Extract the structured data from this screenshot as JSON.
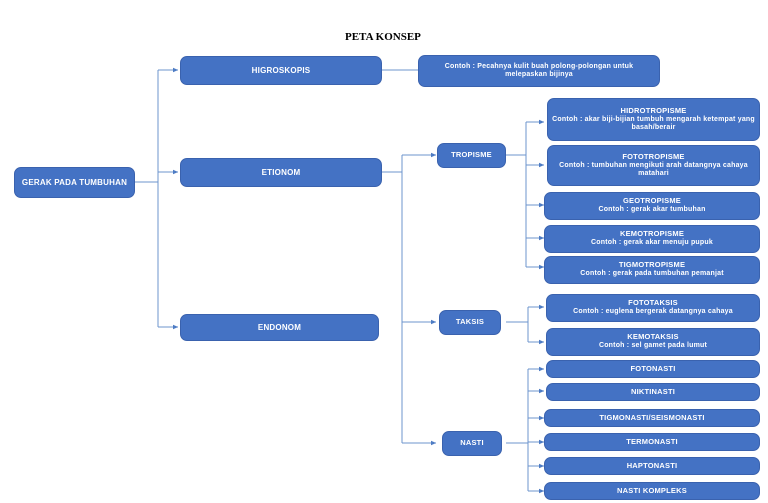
{
  "title": "PETA KONSEP",
  "theme": {
    "node_fill": "#4472C4",
    "node_border": "#3A62AE",
    "node_text": "#FFFFFF",
    "connector": "#5B86C8",
    "background": "#FFFFFF",
    "title_color": "#000000"
  },
  "nodes": {
    "root": {
      "label": "GERAK PADA TUMBUHAN"
    },
    "level2": [
      {
        "label": "HIGROSKOPIS"
      },
      {
        "label": "ETIONOM"
      },
      {
        "label": "ENDONOM"
      }
    ],
    "higroskopis_example": {
      "label": "Contoh : Pecahnya kulit buah polong-polongan untuk melepaskan bijinya"
    },
    "level3": [
      {
        "label": "TROPISME"
      },
      {
        "label": "TAKSIS"
      },
      {
        "label": "NASTI"
      }
    ],
    "tropisme_children": [
      {
        "title": "HIDROTROPISME",
        "sub": "Contoh : akar biji-bijian tumbuh mengarah ketempat yang basah/berair"
      },
      {
        "title": "FOTOTROPISME",
        "sub": "Contoh : tumbuhan mengikuti arah datangnya cahaya matahari"
      },
      {
        "title": "GEOTROPISME",
        "sub": "Contoh : gerak akar tumbuhan"
      },
      {
        "title": "KEMOTROPISME",
        "sub": "Contoh : gerak akar menuju pupuk"
      },
      {
        "title": "TIGMOTROPISME",
        "sub": "Contoh : gerak pada tumbuhan pemanjat"
      }
    ],
    "taksis_children": [
      {
        "title": "FOTOTAKSIS",
        "sub": "Contoh : euglena bergerak datangnya cahaya"
      },
      {
        "title": "KEMOTAKSIS",
        "sub": "Contoh : sel gamet pada lumut"
      }
    ],
    "nasti_children": [
      {
        "title": "FOTONASTI"
      },
      {
        "title": "NIKTINASTI"
      },
      {
        "title": "TIGMONASTI/SEISMONASTI"
      },
      {
        "title": "TERMONASTI"
      },
      {
        "title": "HAPTONASTI"
      },
      {
        "title": "NASTI KOMPLEKS"
      }
    ]
  }
}
